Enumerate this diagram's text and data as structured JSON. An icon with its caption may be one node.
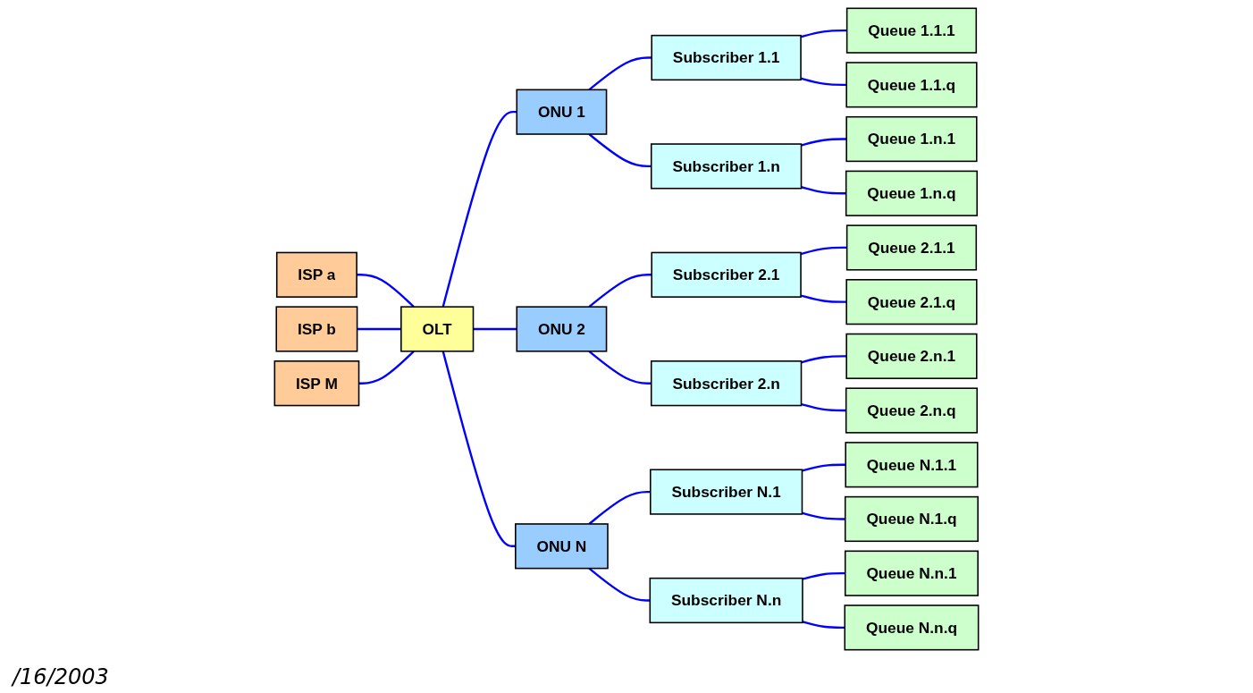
{
  "diagram": {
    "nodes": [
      {
        "text": [
          "ISP a"
        ]
      },
      {
        "text": [
          "ISP b"
        ]
      },
      {
        "text": [
          "ISP M"
        ]
      },
      {
        "text": [
          "OLT"
        ]
      },
      {
        "text": [
          "ONU 1"
        ]
      },
      {
        "text": [
          "Subscriber 1.1"
        ]
      },
      {
        "text": [
          "Queue 1.1.1"
        ]
      },
      {
        "text": [
          "Queue 1.1.q"
        ]
      },
      {
        "text": [
          "Subscriber 1.n"
        ]
      },
      {
        "text": [
          "Queue 1.n.1"
        ]
      },
      {
        "text": [
          "Queue 1.n.q"
        ]
      },
      {
        "text": [
          "ONU 2"
        ]
      },
      {
        "text": [
          "Subscriber 2.1"
        ]
      },
      {
        "text": [
          "Queue 2.1.1"
        ]
      },
      {
        "text": [
          "Queue 2.1.q"
        ]
      },
      {
        "text": [
          "Subscriber 2.n"
        ]
      },
      {
        "text": [
          "Queue 2.n.1"
        ]
      },
      {
        "text": [
          "Queue 2.n.q"
        ]
      },
      {
        "text": [
          "ONU N"
        ]
      },
      {
        "text": [
          "Subscriber N.1"
        ]
      },
      {
        "text": [
          "Queue N.1.1"
        ]
      },
      {
        "text": [
          "Queue N.1.q"
        ]
      },
      {
        "text": [
          "Subscriber N.n"
        ]
      },
      {
        "text": [
          "Queue N.n.1"
        ]
      },
      {
        "text": [
          "Queue N.n.q"
        ]
      }
    ],
    "edges": [
      {
        "from": 0,
        "to": 3,
        "arrow": "none"
      },
      {
        "from": 1,
        "to": 3,
        "arrow": "none"
      },
      {
        "from": 2,
        "to": 3,
        "arrow": "none"
      },
      {
        "from": 3,
        "to": 4,
        "arrow": "none"
      },
      {
        "from": 3,
        "to": 11,
        "arrow": "none"
      },
      {
        "from": 3,
        "to": 18,
        "arrow": "none"
      },
      {
        "from": 4,
        "to": 5,
        "arrow": "none"
      },
      {
        "from": 5,
        "to": 6,
        "arrow": "none"
      },
      {
        "from": 5,
        "to": 7,
        "arrow": "none"
      },
      {
        "from": 4,
        "to": 8,
        "arrow": "none"
      },
      {
        "from": 8,
        "to": 9,
        "arrow": "none"
      },
      {
        "from": 8,
        "to": 10,
        "arrow": "none"
      },
      {
        "from": 11,
        "to": 12,
        "arrow": "none"
      },
      {
        "from": 12,
        "to": 13,
        "arrow": "none"
      },
      {
        "from": 12,
        "to": 14,
        "arrow": "none"
      },
      {
        "from": 11,
        "to": 15,
        "arrow": "none"
      },
      {
        "from": 15,
        "to": 16,
        "arrow": "none"
      },
      {
        "from": 15,
        "to": 17,
        "arrow": "none"
      },
      {
        "from": 18,
        "to": 19,
        "arrow": "none"
      },
      {
        "from": 19,
        "to": 20,
        "arrow": "none"
      },
      {
        "from": 19,
        "to": 21,
        "arrow": "none"
      },
      {
        "from": 18,
        "to": 22,
        "arrow": "none"
      },
      {
        "from": 22,
        "to": 23,
        "arrow": "none"
      },
      {
        "from": 22,
        "to": 24,
        "arrow": "none"
      }
    ],
    "labels": [
      "/16/2003"
    ]
  }
}
